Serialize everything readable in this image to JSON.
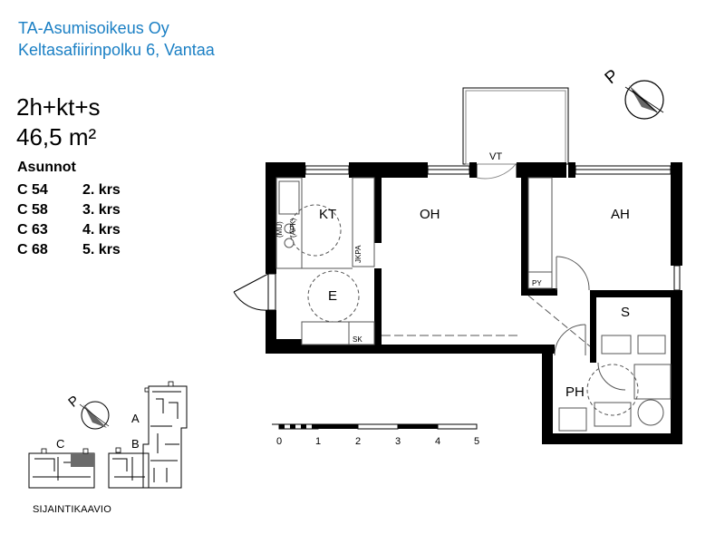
{
  "header": {
    "company": "TA-Asumisoikeus Oy",
    "address": "Keltasafiirinpolku 6, Vantaa"
  },
  "apartment": {
    "type": "2h+kt+s",
    "area": "46,5 m²"
  },
  "units": {
    "title": "Asunnot",
    "rows": [
      {
        "code": "C 54",
        "floor": "2. krs"
      },
      {
        "code": "C 58",
        "floor": "3. krs"
      },
      {
        "code": "C 63",
        "floor": "4. krs"
      },
      {
        "code": "C 68",
        "floor": "5. krs"
      }
    ]
  },
  "rooms": {
    "kt": "KT",
    "oh": "OH",
    "ah": "AH",
    "e": "E",
    "s": "S",
    "ph": "PH",
    "vt": "VT",
    "py": "PY",
    "sk": "SK",
    "mu": "(MU)",
    "apk": "(APK)",
    "jkpa": "JKPA"
  },
  "compass": {
    "north_label": "P"
  },
  "scale": {
    "ticks": [
      "0",
      "1",
      "2",
      "3",
      "4",
      "5"
    ]
  },
  "site_plan": {
    "label": "SIJAINTIKAAVIO",
    "buildings": [
      "A",
      "B",
      "C"
    ]
  },
  "colors": {
    "header": "#1a7fc4",
    "wall": "#000000",
    "highlight": "#6b6b6b"
  }
}
